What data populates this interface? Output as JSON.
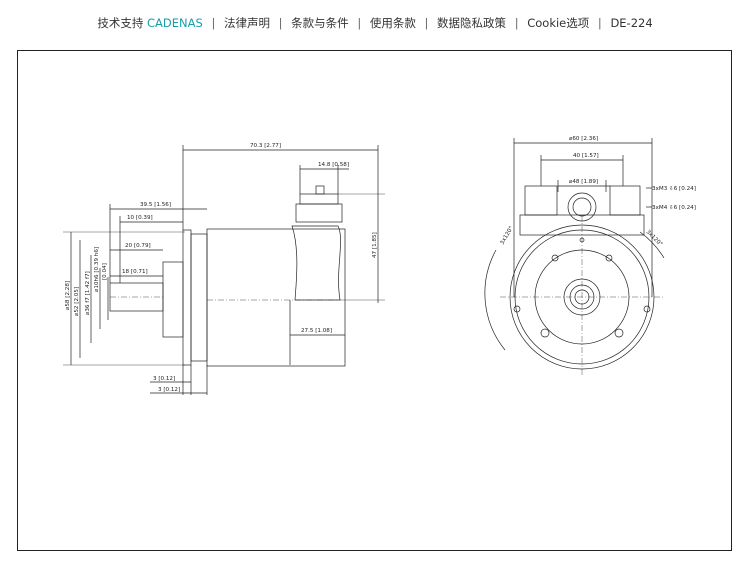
{
  "nav": {
    "support_prefix": "技术支持",
    "brand": "CADENAS",
    "legal": "法律声明",
    "terms": "条款与条件",
    "terms_of_use": "使用条款",
    "privacy": "数据隐私政策",
    "cookie": "Cookie选项",
    "model": "DE-224",
    "separator": "|"
  },
  "drawing": {
    "side": {
      "overall_length": "70.3 [2.77]",
      "connector_width": "14.8 [0.58]",
      "shaft_len_a": "39.5 [1.56]",
      "shaft_len_b": "10 [0.39]",
      "shaft_len_c": "20 [0.79]",
      "shaft_len_d": "18 [0.71]",
      "body_length": "27.5 [1.08]",
      "height": "47 [1.85]",
      "flange_a": "3 [0.12]",
      "flange_b": "3 [0.12]",
      "dia_58": "⌀58 [2.28]",
      "dia_52": "⌀52 [2.05]",
      "dia_36": "⌀36 f7 [1.42 f7]",
      "dia_10": "⌀10h6 [0.39 h6]",
      "dia_1": "[0.04]"
    },
    "front": {
      "dia_60": "⌀60 [2.36]",
      "dist_40": "40 [1.57]",
      "dia_48": "⌀48 [1.89]",
      "thread_m3": "3xM3 ⇩6 [0.24]",
      "thread_m4": "3xM4 ⇩6 [0.24]",
      "angle_a": "3x120°",
      "angle_b": "3x120°"
    }
  }
}
